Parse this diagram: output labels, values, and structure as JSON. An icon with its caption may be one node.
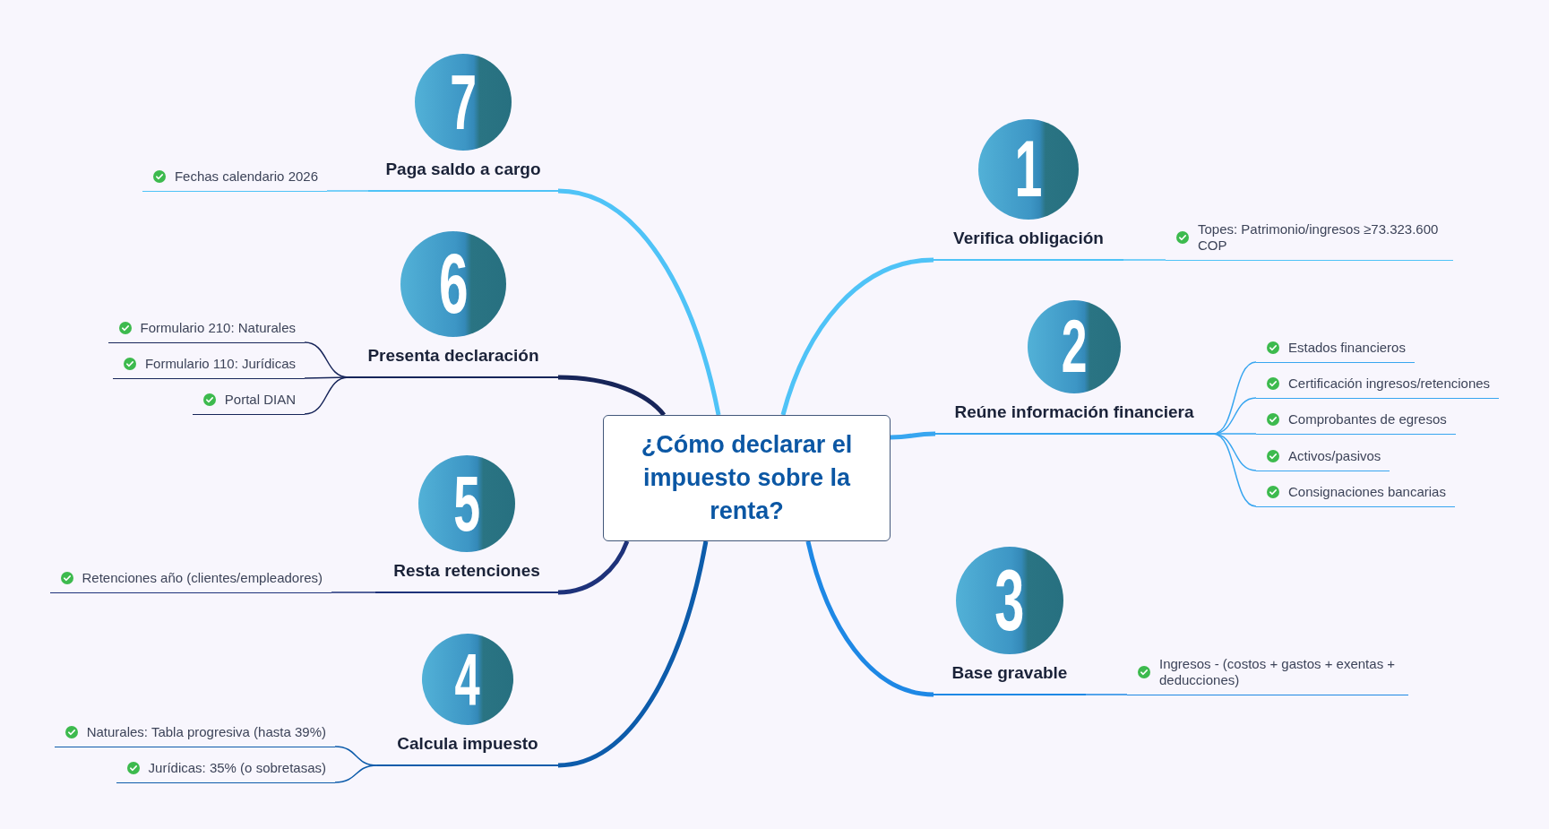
{
  "diagram": {
    "nodes": [
      {
        "text": [
          "¿Cómo declarar el impuesto sobre la renta?"
        ]
      },
      {
        "text": [
          "1",
          "Verifica obligación"
        ]
      },
      {
        "text": [
          "Topes: Patrimonio/ingresos ≥73.323.600 COP"
        ]
      },
      {
        "text": [
          "2",
          "Reúne información financiera"
        ]
      },
      {
        "text": [
          "Estados financieros"
        ]
      },
      {
        "text": [
          "Certificación ingresos/retenciones"
        ]
      },
      {
        "text": [
          "Comprobantes de egresos"
        ]
      },
      {
        "text": [
          "Activos/pasivos"
        ]
      },
      {
        "text": [
          "Consignaciones bancarias"
        ]
      },
      {
        "text": [
          "3",
          "Base gravable"
        ]
      },
      {
        "text": [
          "Ingresos - (costos + gastos + exentas + deducciones)"
        ]
      },
      {
        "text": [
          "4",
          "Calcula impuesto"
        ]
      },
      {
        "text": [
          "Naturales: Tabla progresiva (hasta 39%)"
        ]
      },
      {
        "text": [
          "Jurídicas: 35% (o sobretasas)"
        ]
      },
      {
        "text": [
          "5",
          "Resta retenciones"
        ]
      },
      {
        "text": [
          "Retenciones año (clientes/empleadores)"
        ]
      },
      {
        "text": [
          "6",
          "Presenta declaración"
        ]
      },
      {
        "text": [
          "Formulario 210: Naturales"
        ]
      },
      {
        "text": [
          "Formulario 110: Jurídicas"
        ]
      },
      {
        "text": [
          "Portal DIAN"
        ]
      },
      {
        "text": [
          "7",
          "Paga saldo a cargo"
        ]
      },
      {
        "text": [
          "Fechas calendario 2026"
        ]
      }
    ],
    "edges": [
      {
        "from": 0,
        "to": 1,
        "arrow": "none",
        "style": "thick",
        "color": "#4fc3f7"
      },
      {
        "from": 1,
        "to": 2,
        "arrow": "none",
        "color": "#4fc3f7"
      },
      {
        "from": 0,
        "to": 3,
        "arrow": "none",
        "style": "thick",
        "color": "#38a6f0"
      },
      {
        "from": 3,
        "to": 4,
        "arrow": "none",
        "color": "#38a6f0"
      },
      {
        "from": 3,
        "to": 5,
        "arrow": "none",
        "color": "#38a6f0"
      },
      {
        "from": 3,
        "to": 6,
        "arrow": "none",
        "color": "#38a6f0"
      },
      {
        "from": 3,
        "to": 7,
        "arrow": "none",
        "color": "#38a6f0"
      },
      {
        "from": 3,
        "to": 8,
        "arrow": "none",
        "color": "#38a6f0"
      },
      {
        "from": 0,
        "to": 9,
        "arrow": "none",
        "style": "thick",
        "color": "#1e88e5"
      },
      {
        "from": 9,
        "to": 10,
        "arrow": "none",
        "color": "#1e88e5"
      },
      {
        "from": 0,
        "to": 11,
        "arrow": "none",
        "style": "thick",
        "color": "#0d5cab"
      },
      {
        "from": 11,
        "to": 12,
        "arrow": "none",
        "color": "#0d5cab"
      },
      {
        "from": 11,
        "to": 13,
        "arrow": "none",
        "color": "#0d5cab"
      },
      {
        "from": 0,
        "to": 14,
        "arrow": "none",
        "style": "thick",
        "color": "#1e327a"
      },
      {
        "from": 14,
        "to": 15,
        "arrow": "none",
        "color": "#1e327a"
      },
      {
        "from": 0,
        "to": 16,
        "arrow": "none",
        "style": "thick",
        "color": "#172559"
      },
      {
        "from": 16,
        "to": 17,
        "arrow": "none",
        "color": "#172559"
      },
      {
        "from": 16,
        "to": 18,
        "arrow": "none",
        "color": "#172559"
      },
      {
        "from": 16,
        "to": 19,
        "arrow": "none",
        "color": "#172559"
      },
      {
        "from": 0,
        "to": 20,
        "arrow": "none",
        "style": "thick",
        "color": "#4fc3f7"
      },
      {
        "from": 20,
        "to": 21,
        "arrow": "none",
        "color": "#4fc3f7"
      }
    ]
  }
}
